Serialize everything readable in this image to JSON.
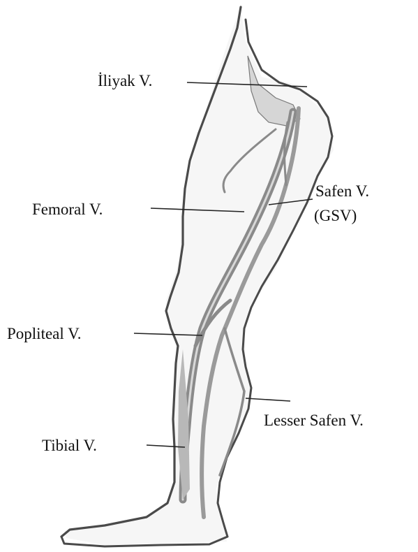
{
  "labels": {
    "iliac": "İliyak V.",
    "femoral": "Femoral V.",
    "saphenous_line1": "Safen V.",
    "saphenous_line2": "(GSV)",
    "popliteal": "Popliteal V.",
    "lesser_saphenous": "Lesser Safen V.",
    "tibial": "Tibial V."
  },
  "colors": {
    "outline": "#4a4a4a",
    "vein_shade": "#8a8a8a",
    "leader": "#222222",
    "text": "#111111",
    "background": "#ffffff"
  }
}
